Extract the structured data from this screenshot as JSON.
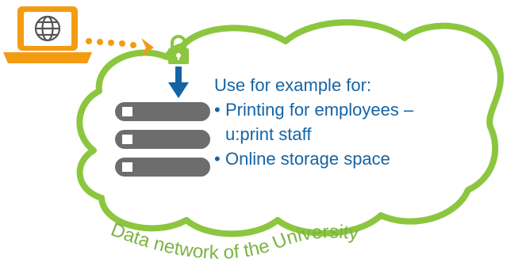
{
  "colors": {
    "laptop": "#f39c12",
    "cloud": "#8cc63f",
    "lock": "#8cc63f",
    "arrow": "#1464a5",
    "server": "#6d6d6d",
    "text": "#1464a5",
    "label": "#7cb342"
  },
  "icons": [
    "laptop-icon",
    "globe-icon",
    "lock-icon",
    "arrow-down-icon",
    "server-icon"
  ],
  "intro": "Use for example for:",
  "bullets": [
    {
      "line1": "Printing for employees –",
      "line2": "u:print staff"
    },
    {
      "line1": "Online storage space"
    }
  ],
  "bullet_char": "•",
  "network_label": "Data network of the University"
}
